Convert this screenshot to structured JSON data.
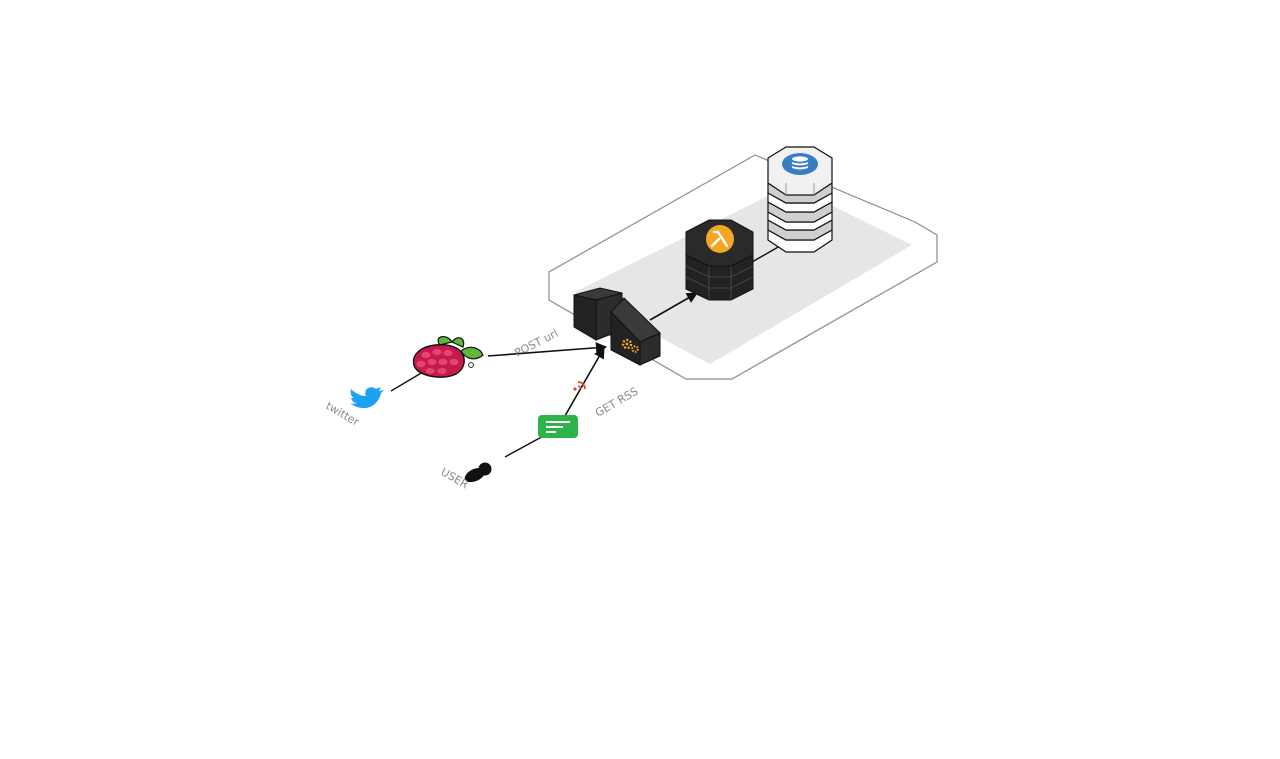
{
  "labels": {
    "twitter": "twitter",
    "user": "USER",
    "post": "POST url",
    "get": "GET RSS"
  },
  "icons": {
    "twitter": "twitter-bird-icon",
    "raspberry": "raspberry-pi-icon",
    "user": "user-icon",
    "rss": "rss-feed-icon",
    "gateway": "api-gateway-icon",
    "lambda": "lambda-icon",
    "database": "database-icon"
  },
  "colors": {
    "twitter": "#1da1f2",
    "raspberry": "#c51a4a",
    "leaf": "#5fb63b",
    "rss": "#2db34a",
    "lambda": "#f5a623",
    "database": "#3b7dc4",
    "gear": "#f5a623",
    "rss_marker": "#e8432b",
    "server": "#222222"
  }
}
